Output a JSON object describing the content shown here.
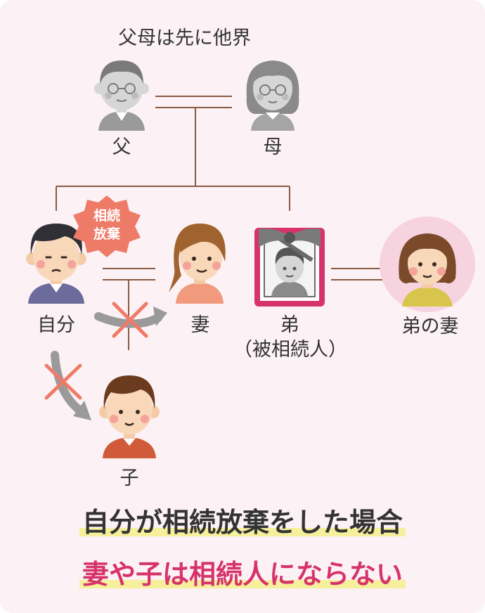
{
  "diagram": {
    "heading": "父母は先に他界",
    "people": {
      "father": "父",
      "mother": "母",
      "self": "自分",
      "wife": "妻",
      "brother": "弟",
      "brother_note": "（被相続人）",
      "brother_wife": "弟の妻",
      "child": "子"
    },
    "badge": {
      "line1": "相続",
      "line2": "放棄"
    },
    "caption": {
      "line1": "自分が相続放棄をした場合",
      "line2": "妻や子は相続人にならない"
    }
  },
  "colors": {
    "background": "#fcf1f4",
    "line": "#8a5a44",
    "badge": "#ee7b67",
    "cross": "#ee7b67",
    "caption_accent": "#d6336c",
    "highlight": "#f6ef9c",
    "frame": "#d6336c"
  }
}
